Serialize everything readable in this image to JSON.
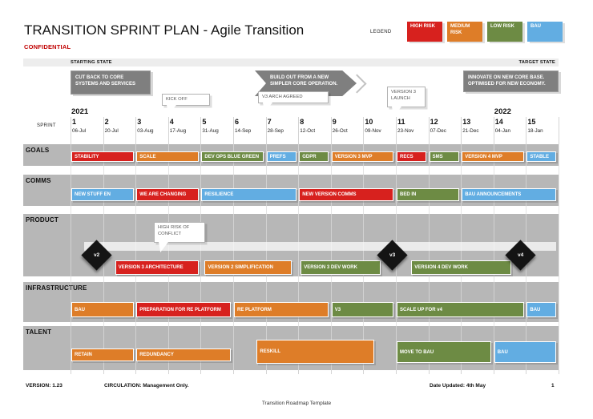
{
  "palette": {
    "red": "#D7211E",
    "orange": "#DE7D28",
    "green": "#6D8B44",
    "blue": "#62ADE2",
    "dark_gray": "#7F7F7F",
    "band_gray": "#B7B7B7",
    "state_bar_gray": "#EDEDED",
    "diamond_black": "#141414"
  },
  "header": {
    "title": "TRANSITION SPRINT PLAN - Agile Transition",
    "confidential": "CONFIDENTIAL",
    "legend_label": "LEGEND",
    "legend": [
      {
        "label": "HIGH RISK",
        "color": "red"
      },
      {
        "label": "MEDIUM RISK",
        "color": "orange"
      },
      {
        "label": "LOW RISK",
        "color": "green"
      },
      {
        "label": "BAU",
        "color": "blue"
      }
    ]
  },
  "states": {
    "starting": "STARTING STATE",
    "target": "TARGET STATE"
  },
  "banners": [
    {
      "text": "CUT BACK TO CORE SYSTEMS AND SERVICES",
      "shape": "box"
    },
    {
      "text": "BUILD OUT FROM A NEW SIMPLER CORE OPERATION.",
      "shape": "arrow"
    },
    {
      "text": "INNOVATE ON NEW CORE BASE. OPTIMISED FOR NEW ECONOMY.",
      "shape": "box"
    }
  ],
  "callouts": [
    {
      "text": "KICK OFF"
    },
    {
      "text": "V3 ARCH AGREED"
    },
    {
      "text": "VERSION 3 LAUNCH"
    },
    {
      "text": "HIGH RISK OF CONFLICT"
    }
  ],
  "timeline": {
    "sprint_label": "SPRINT",
    "years": [
      {
        "label": "2021",
        "col": 1
      },
      {
        "label": "2022",
        "col": 14
      }
    ],
    "sprints": [
      {
        "num": "1",
        "date": "06-Jul"
      },
      {
        "num": "2",
        "date": "20-Jul"
      },
      {
        "num": "3",
        "date": "03-Aug"
      },
      {
        "num": "4",
        "date": "17-Aug"
      },
      {
        "num": "5",
        "date": "31-Aug"
      },
      {
        "num": "6",
        "date": "14-Sep"
      },
      {
        "num": "7",
        "date": "28-Sep"
      },
      {
        "num": "8",
        "date": "12-Oct"
      },
      {
        "num": "9",
        "date": "26-Oct"
      },
      {
        "num": "10",
        "date": "09-Nov"
      },
      {
        "num": "11",
        "date": "23-Nov"
      },
      {
        "num": "12",
        "date": "07-Dec"
      },
      {
        "num": "13",
        "date": "21-Dec"
      },
      {
        "num": "14",
        "date": "04-Jan"
      },
      {
        "num": "15",
        "date": "18-Jan"
      }
    ]
  },
  "rows": [
    {
      "label": "GOALS",
      "bars": [
        {
          "label": "STABILITY",
          "color": "red",
          "start": 1,
          "end": 3
        },
        {
          "label": "SCALE",
          "color": "orange",
          "start": 3,
          "end": 5
        },
        {
          "label": "DEV OPS BLUE GREEN",
          "color": "green",
          "start": 5,
          "end": 7
        },
        {
          "label": "PREFS",
          "color": "blue",
          "start": 7,
          "end": 8
        },
        {
          "label": "GDPR",
          "color": "green",
          "start": 8,
          "end": 9
        },
        {
          "label": "VERSION 3 MVP",
          "color": "orange",
          "start": 9,
          "end": 11
        },
        {
          "label": "RECS",
          "color": "red",
          "start": 11,
          "end": 12
        },
        {
          "label": "SMS",
          "color": "green",
          "start": 12,
          "end": 13
        },
        {
          "label": "VERSION 4 MVP",
          "color": "orange",
          "start": 13,
          "end": 15
        },
        {
          "label": "STABLE",
          "color": "blue",
          "start": 15,
          "end": 16
        }
      ]
    },
    {
      "label": "COMMS",
      "bars": [
        {
          "label": "NEW STUFF EN",
          "color": "blue",
          "start": 1,
          "end": 3
        },
        {
          "label": "WE ARE CHANGING",
          "color": "red",
          "start": 3,
          "end": 5
        },
        {
          "label": "RESILIENCE",
          "color": "blue",
          "start": 5,
          "end": 8
        },
        {
          "label": "NEW VERSION COMMS",
          "color": "red",
          "start": 8,
          "end": 11
        },
        {
          "label": "BED IN",
          "color": "green",
          "start": 11,
          "end": 13
        },
        {
          "label": "BAU ANNOUNCEMENTS",
          "color": "blue",
          "start": 13,
          "end": 16
        }
      ]
    },
    {
      "label": "PRODUCT",
      "bars": [
        {
          "label": "VERSION 3 ARCHITECTURE",
          "color": "red",
          "start": 2.35,
          "end": 5
        },
        {
          "label": "VERSION 2 SIMPLIFICATION",
          "color": "orange",
          "start": 5.1,
          "end": 7.85
        },
        {
          "label": "VERSION 3 DEV WORK",
          "color": "green",
          "start": 8.05,
          "end": 10.6
        },
        {
          "label": "VERSION 4 DEV WORK",
          "color": "green",
          "start": 11.45,
          "end": 14.6
        }
      ]
    },
    {
      "label": "INFRASTRUCTURE",
      "bars": [
        {
          "label": "BAU",
          "color": "orange",
          "start": 1,
          "end": 3
        },
        {
          "label": "PREPARATION FOR RE PLATFORM",
          "color": "red",
          "start": 3,
          "end": 6
        },
        {
          "label": "RE PLATFORM",
          "color": "orange",
          "start": 6,
          "end": 9
        },
        {
          "label": "V3",
          "color": "green",
          "start": 9,
          "end": 11
        },
        {
          "label": "SCALE UP FOR v4",
          "color": "green",
          "start": 11,
          "end": 15
        },
        {
          "label": "BAU",
          "color": "blue",
          "start": 15,
          "end": 16
        }
      ]
    },
    {
      "label": "TALENT",
      "bars": [
        {
          "label": "RETAIN",
          "color": "orange",
          "start": 1,
          "end": 3
        },
        {
          "label": "REDUNDANCY",
          "color": "orange",
          "start": 3,
          "end": 6
        },
        {
          "label": "RESKILL",
          "color": "orange",
          "start": 6.7,
          "end": 10.4,
          "size": "tall"
        },
        {
          "label": "MOVE TO BAU",
          "color": "green",
          "start": 11,
          "end": 14,
          "size": "med"
        },
        {
          "label": "BAU",
          "color": "blue",
          "start": 14,
          "end": 16,
          "size": "med"
        }
      ]
    }
  ],
  "milestones": [
    {
      "label": "v2",
      "col": 1.81
    },
    {
      "label": "v3",
      "col": 10.9
    },
    {
      "label": "v4",
      "col": 14.84
    }
  ],
  "footer": {
    "version": "VERSION: 1.23",
    "circulation": "CIRCULATION: Management Only.",
    "date_updated": "Date Updated: 4th May",
    "page_number": "1",
    "template_title": "Transition Roadmap Template"
  }
}
